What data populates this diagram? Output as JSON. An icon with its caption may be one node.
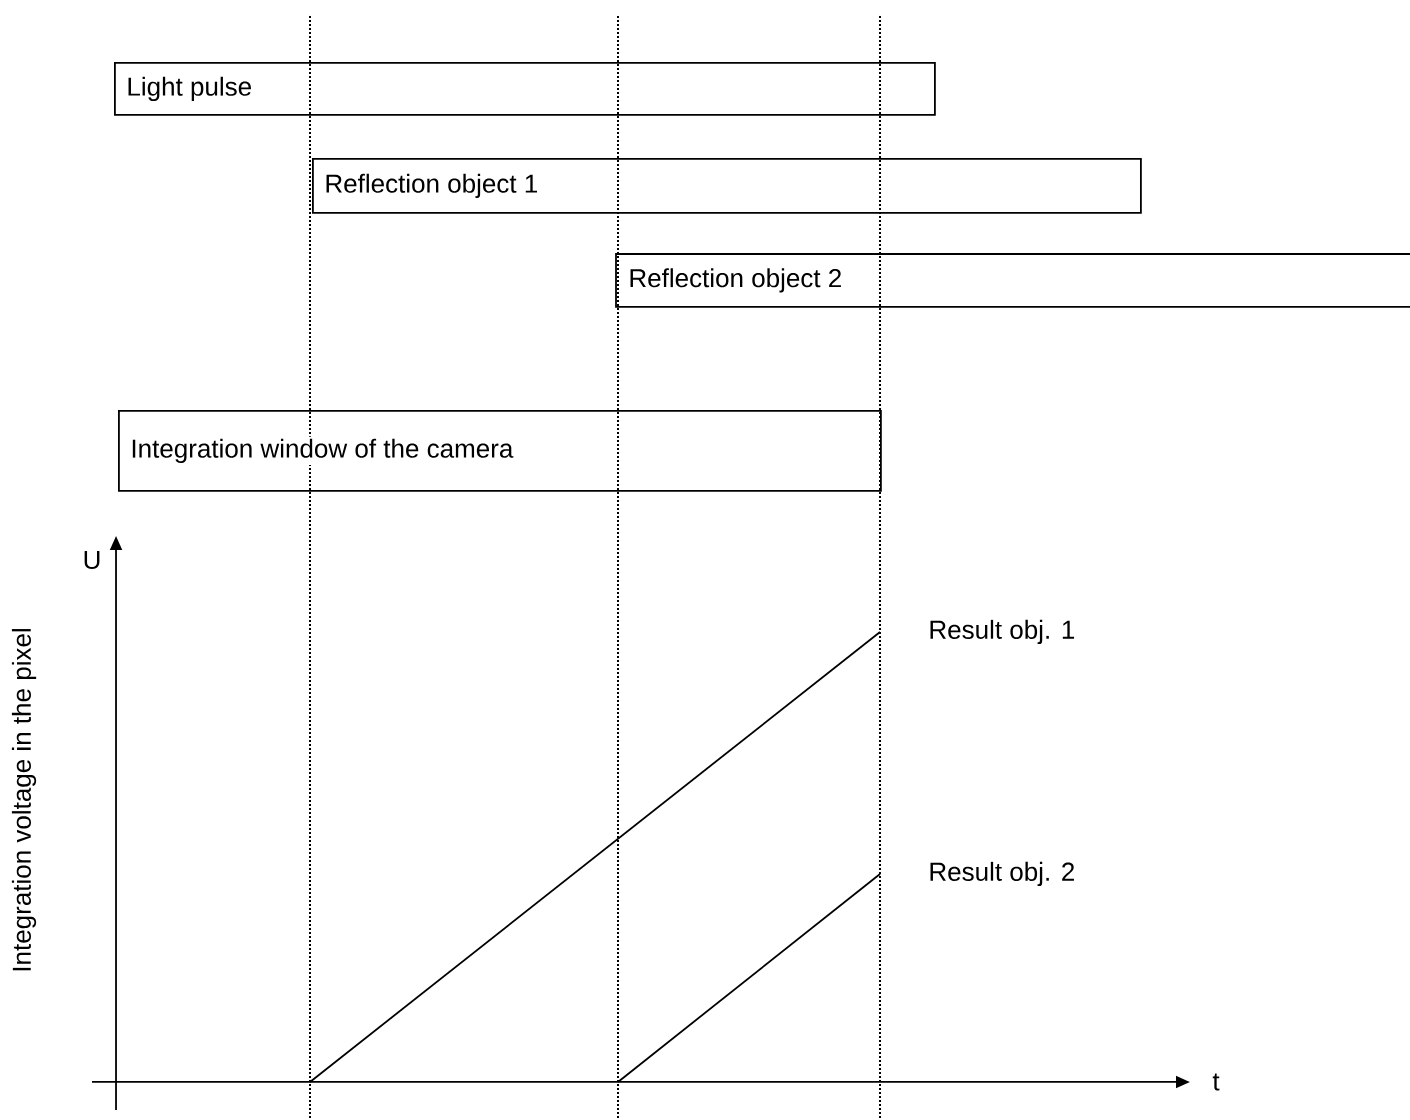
{
  "diagram": {
    "nodes": [
      {
        "text": [
          "Light pulse"
        ]
      },
      {
        "text": [
          "Reflection object 1"
        ]
      },
      {
        "text": [
          "Reflection object 2"
        ]
      },
      {
        "text": [
          "Integration window of the camera"
        ]
      }
    ],
    "labels": [
      "Integration voltage in the pixel",
      "U",
      "Result obj. 1",
      "Result obj. 2",
      "t"
    ]
  }
}
